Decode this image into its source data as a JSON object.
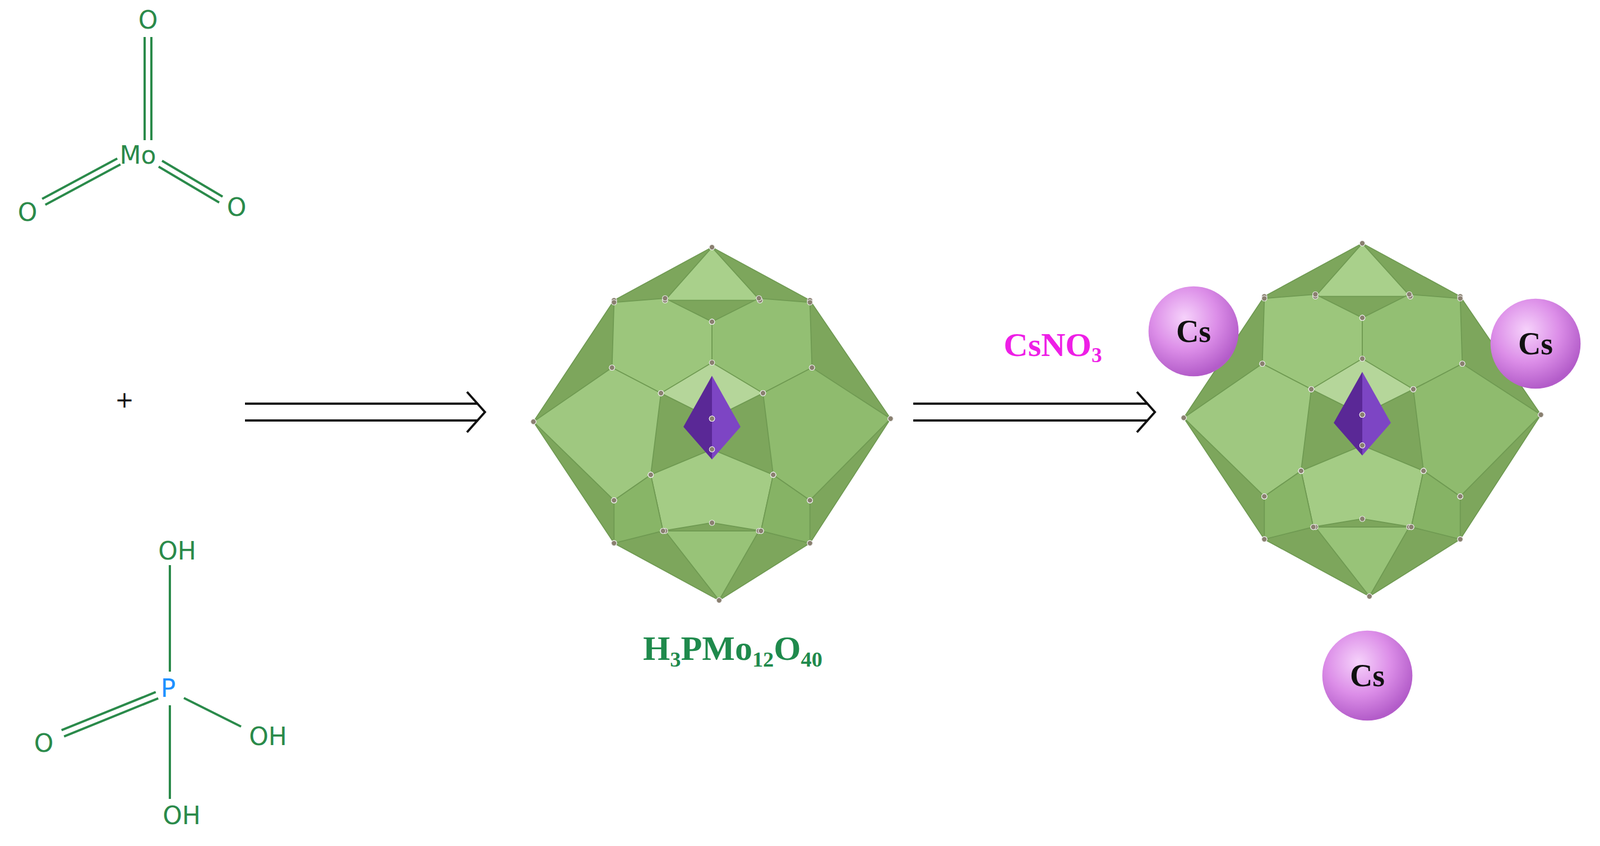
{
  "diagram": {
    "nodes": [
      {
        "text": [
          "Cs"
        ]
      },
      {
        "text": [
          "Cs"
        ]
      },
      {
        "text": [
          "Cs"
        ]
      }
    ],
    "labels": [
      "O",
      "Mo",
      "O",
      "O",
      "+",
      "OH",
      "P",
      "O",
      "OH",
      "OH",
      "H3PMo12O40",
      "CsNO3"
    ]
  }
}
